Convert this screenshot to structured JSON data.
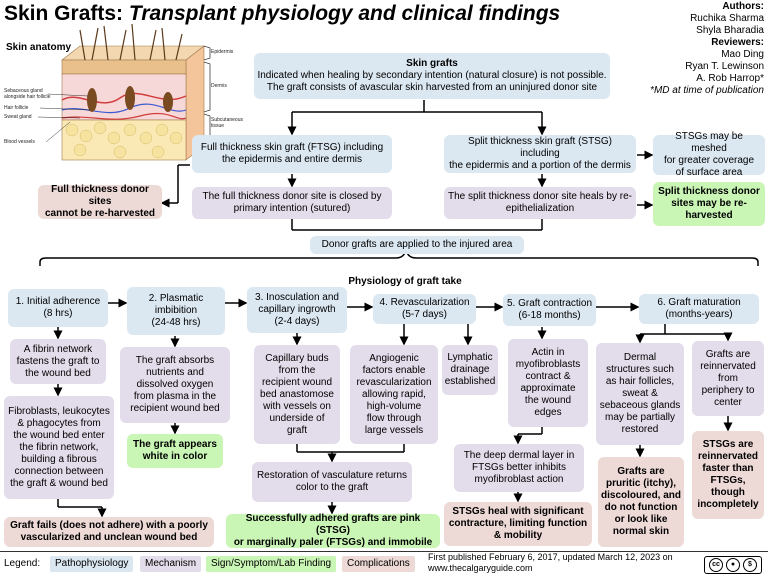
{
  "title": {
    "main": "Skin Grafts:",
    "sub": "Transplant physiology and clinical findings"
  },
  "authors": {
    "authors_label": "Authors:",
    "authors_names": "Ruchika Sharma\nShyla Bharadia",
    "reviewers_label": "Reviewers:",
    "reviewers_names": "Mao Ding\nRyan T. Lewinson\nA. Rob Harrop*",
    "note": "*MD at time of publication"
  },
  "anatomy": {
    "title": "Skin anatomy",
    "labels": {
      "epidermis": "Epidermis",
      "dermis": "Dermis",
      "subcutaneous": "Subcutaneous\ntissue",
      "sebaceous": "Sebaceous gland\nalongside hair follicle",
      "hair_follicle": "Hair follicle",
      "sweat_gland": "Sweat gland",
      "blood_vessels": "Blood vessels"
    }
  },
  "grafts": {
    "intro_title": "Skin grafts",
    "intro_text": "Indicated when healing by secondary intention (natural closure) is not possible.\nThe graft consists of avascular skin harvested from an uninjured donor site",
    "ftsg": "Full thickness skin graft (FTSG) including\nthe epidermis and entire dermis",
    "stsg": "Split thickness skin graft (STSG) including\nthe epidermis and a portion of the dermis",
    "stsg_mesh": "STSGs may be meshed\nfor greater coverage\nof surface area",
    "ft_closed": "The full thickness donor site is closed by\nprimary intention (sutured)",
    "st_heal": "The split thickness donor site heals by re-\nepithelialization",
    "ft_no_reharvest": "Full thickness donor sites\ncannot be re-harvested",
    "st_reharvest": "Split thickness donor\nsites may be re-\nharvested",
    "applied": "Donor grafts are applied to the injured area",
    "physiology": "Physiology of graft take"
  },
  "stages": {
    "s1": "1. Initial adherence\n(8 hrs)",
    "s2": "2. Plasmatic\nimbibition\n(24-48 hrs)",
    "s3": "3. Inosculation and\ncapillary ingrowth\n(2-4 days)",
    "s4": "4. Revascularization\n(5-7 days)",
    "s5": "5. Graft contraction\n(6-18 months)",
    "s6": "6. Graft maturation\n(months-years)"
  },
  "details": {
    "fibrin": "A fibrin network\nfastens the graft to\nthe wound bed",
    "fibroblasts": "Fibroblasts, leukocytes\n& phagocytes from\nthe wound bed enter\nthe fibrin network,\nbuilding a fibrous\nconnection between\nthe graft & wound bed",
    "graft_fails": "Graft fails (does not adhere) with a poorly\nvascularized and unclean wound bed",
    "absorbs": "The graft absorbs\nnutrients and\ndissolved oxygen\nfrom plasma in the\nrecipient wound bed",
    "white": "The graft appears\nwhite in color",
    "buds": "Capillary buds\nfrom the\nrecipient wound\nbed anastomose\nwith vessels on\nunderside of\ngraft",
    "angiogenic": "Angiogenic\nfactors enable\nrevascularization\nallowing rapid,\nhigh-volume\nflow through\nlarge vessels",
    "lymphatic": "Lymphatic\ndrainage\nestablished",
    "restoration": "Restoration of vasculature returns\ncolor to the graft",
    "pink": "Successfully adhered grafts are pink (STSG)\nor marginally paler (FTSGs) and immobile",
    "actin": "Actin in\nmyofibroblasts\ncontract &\napproximate\nthe wound\nedges",
    "deep_dermal": "The deep dermal layer in\nFTSGs better inhibits\nmyofibroblast action",
    "stsg_heal": "STSGs heal with significant\ncontracture, limiting function\n& mobility",
    "dermal": "Dermal\nstructures such\nas hair follicles,\nsweat &\nsebaceous glands\nmay be partially\nrestored",
    "pruritic": "Grafts are\npruritic (itchy),\ndiscoloured, and\ndo not function\nor look like\nnormal skin",
    "reinnervated": "Grafts are\nreinnervated\nfrom\nperiphery to\ncenter",
    "stsg_reinnerv": "STSGs are\nreinnervated\nfaster than\nFTSGs,\nthough\nincompletely"
  },
  "legend": {
    "label": "Legend:",
    "items": [
      "Pathophysiology",
      "Mechanism",
      "Sign/Symptom/Lab Finding",
      "Complications"
    ]
  },
  "footer": {
    "text": "First published February 6, 2017, updated March 12, 2023 on\nwww.thecalgaryguide.com",
    "license": "cc"
  },
  "colors": {
    "pathophysiology": "#dbe7f1",
    "mechanism": "#e3dcea",
    "sign": "#c9f5b5",
    "complication": "#edd9d6"
  }
}
